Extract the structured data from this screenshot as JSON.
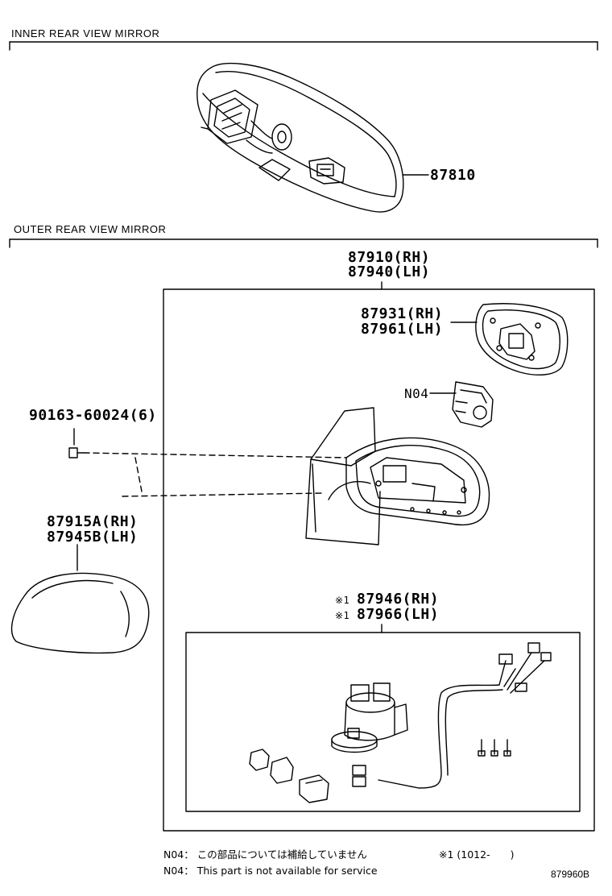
{
  "sections": {
    "inner_title": "INNER REAR VIEW MIRROR",
    "outer_title": "OUTER REAR VIEW MIRROR"
  },
  "parts": {
    "inner_mirror": "87810",
    "outer_assy_rh": "87910(RH)",
    "outer_assy_lh": "87940(LH)",
    "mirror_glass_rh": "87931(RH)",
    "mirror_glass_lh": "87961(LH)",
    "n04_label": "N04",
    "screw": "90163-60024(6)",
    "cover_rh": "87915A(RH)",
    "cover_lh": "87945B(LH)",
    "motor_mark_1": "※1",
    "motor_rh": "87946(RH)",
    "motor_mark_2": "※1",
    "motor_lh": "87966(LH)"
  },
  "notes": {
    "note_jp": "N04： この部品については補給していません",
    "note_en": "N04： This part is not available for service",
    "note_mark": "※1 (1012-　　)"
  },
  "diagram_code": "879960B"
}
